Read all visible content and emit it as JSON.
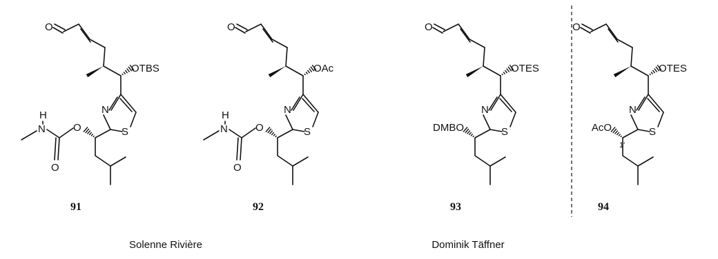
{
  "compounds": [
    {
      "number": "91",
      "top_group": "OTBS",
      "left_group": "carbamate",
      "annotation": ""
    },
    {
      "number": "92",
      "top_group": "OAc",
      "left_group": "carbamate",
      "annotation": ""
    },
    {
      "number": "93",
      "top_group": "OTES",
      "left_group": "DMBO",
      "annotation": ""
    },
    {
      "number": "94",
      "top_group": "OTES",
      "left_group": "AcO",
      "annotation": "1'"
    }
  ],
  "atoms": {
    "oxygen": "O",
    "nitrogen": "N",
    "sulfur": "S",
    "hydrogen": "H"
  },
  "authors": [
    "Solenne Rivière",
    "Dominik Täffner"
  ],
  "divider": {
    "style": "dashed",
    "color": "#111111"
  }
}
